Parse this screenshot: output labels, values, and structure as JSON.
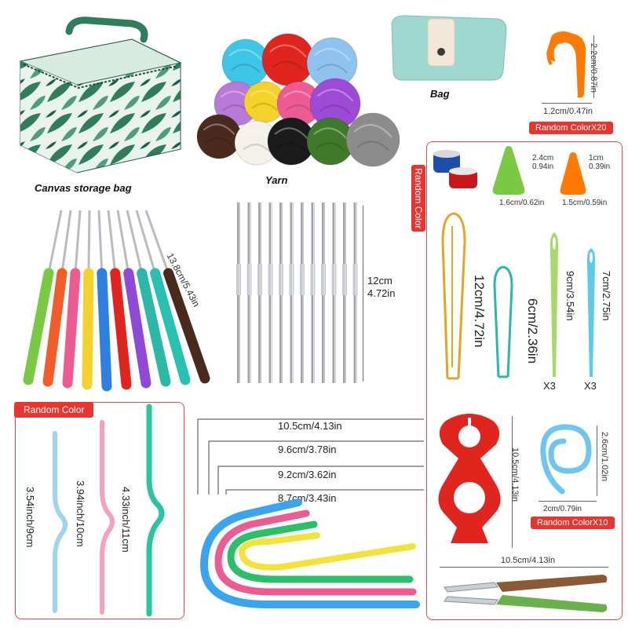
{
  "captions": {
    "canvas_bag": "Canvas storage bag",
    "yarn": "Yarn",
    "bag": "Bag"
  },
  "labels": {
    "random_color_x20": "Random ColorX20",
    "random_color_vertical": "Random Color",
    "random_color_left": "Random Color",
    "random_color_x10": "Random ColorX10"
  },
  "dimensions": {
    "marker_height": "2.2cm/0.87in",
    "marker_width": "1.2cm/0.47in",
    "cone_green_h": "2.4cm\n0.94in",
    "cone_green_w": "1.6cm/0.62in",
    "cone_orange_h": "1cm\n0.39in",
    "cone_orange_w": "1.5cm/0.59in",
    "hooks_ergonomic": "13.8cm/5.43in",
    "hooks_steel": "12cm\n4.72in",
    "holder_large": "12cm/4.72in",
    "holder_small": "6cm/2.36in",
    "needle_green": "9cm/3.54in",
    "needle_blue": "7cm/2.75in",
    "qty_green": "X3",
    "qty_blue": "X3",
    "cable_blue": "3.54inch/9cm",
    "cable_pink": "3.94inch/10cm",
    "cable_green": "4.33inch/11cm",
    "u_needle_1": "10.5cm/4.13in",
    "u_needle_2": "9.6cm/3.78in",
    "u_needle_3": "9.2cm/3.62in",
    "u_needle_4": "8.7cm/3.43in",
    "yarn_guide_h": "10.5cm/4.13in",
    "ring_h": "2.6cm/1.02in",
    "ring_w": "2cm/0.79in",
    "scissors_w": "10.5cm/4.13in"
  },
  "colors": {
    "accent_red": "#e8352f",
    "yarn": [
      "#3ec6e8",
      "#e0241e",
      "#8fc2ef",
      "#b77ad8",
      "#f4d22a",
      "#ec5c93",
      "#9d4ad6",
      "#4a2a1c",
      "#f4f1ea",
      "#1b1b1b",
      "#3e7a2a",
      "#8c8c8c"
    ],
    "hook_handles": [
      "#7ac943",
      "#f25c27",
      "#ec5c93",
      "#f4d22a",
      "#2f7fe0",
      "#e0241e",
      "#8e4ad6",
      "#2bb8a6",
      "#26c1b0",
      "#4a2a1c"
    ]
  }
}
